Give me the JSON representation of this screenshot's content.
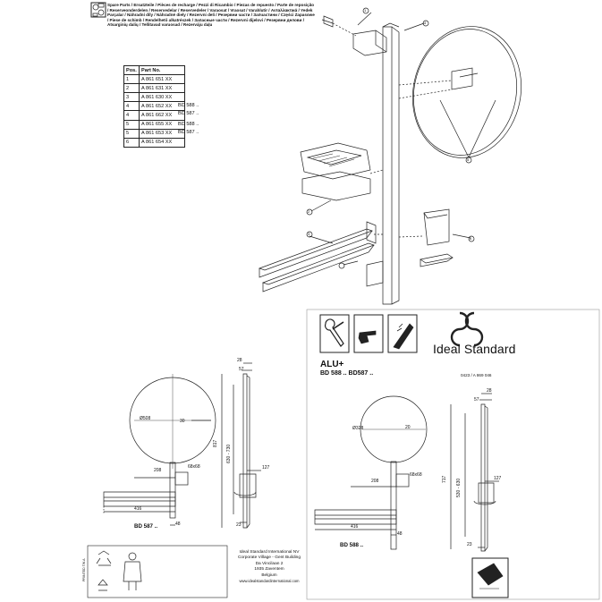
{
  "header": {
    "title": "Spare Parts / Ersatzteile / Pièces de recharge / Pezzi di Ricambio / Piezas de repuesto / Parte de reposição / Reserveonderdelen / Reservedelar / Reservedeler / Varaosat / Vraosat / Varahlutir / Ανταλλακτικά / Yedek Parçalar / Náhradní díly / Náhradné diely / Rezervni deli / Резервни части / Запчастини / Części Zapasowe / Piese de schimb / Rendelhető alkatrészek / Запасные части / Rezervni dijelovi / Резервни делови / Atsarginių dalių / Tellitavad varuosad / Rezerváju daļu"
  },
  "parts_table": {
    "headers": [
      "Pos.",
      "Part No."
    ],
    "rows": [
      {
        "pos": "1",
        "part": "A 861 651 XX",
        "note": ""
      },
      {
        "pos": "2",
        "part": "A 861 631 XX",
        "note": ""
      },
      {
        "pos": "3",
        "part": "A 861 630 XX",
        "note": ""
      },
      {
        "pos": "4",
        "part": "A 861 652 XX",
        "note": "BD 588 .."
      },
      {
        "pos": "4",
        "part": "A 861 662 XX",
        "note": "BD 587 .."
      },
      {
        "pos": "5",
        "part": "A 861 655 XX",
        "note": "BD 588 .."
      },
      {
        "pos": "5",
        "part": "A 861 653 XX",
        "note": "BD 587 .."
      },
      {
        "pos": "6",
        "part": "A 861 654 XX",
        "note": ""
      }
    ]
  },
  "callouts": [
    "1",
    "2",
    "3",
    "4",
    "5",
    "6"
  ],
  "brand": {
    "name": "Ideal Standard"
  },
  "product": {
    "series": "ALU+",
    "codes": "BD 588 ..   BD587 ..",
    "doc_number": "0423 / A 869 046"
  },
  "drawing_left": {
    "label": "BD 587 ..",
    "dims": {
      "diameter": "Ø508",
      "d30": "30",
      "d208": "208",
      "d416": "416",
      "d48": "48",
      "d68": "68x68",
      "d127": "127",
      "d817": "817",
      "d630": "630 - 730",
      "d28": "28",
      "d57": "57",
      "d23": "23"
    }
  },
  "drawing_right": {
    "label": "BD 588 ..",
    "dims": {
      "diameter": "Ø328",
      "d20": "20",
      "d208": "208",
      "d416": "416",
      "d48": "48",
      "d68": "68x68",
      "d127": "127",
      "d717": "717",
      "d530": "530 - 630",
      "d28": "28",
      "d57": "57",
      "d23": "23"
    }
  },
  "footer": {
    "company": "Ideal Standard International NV",
    "line2": "Corporate Village - Gent Building",
    "line3": "Da Vincilaan 2",
    "line4": "1935 Zaventem",
    "line5": "Belgium",
    "web": "www.idealstandardinternational.com",
    "print_code": "PRINTED TW.A"
  },
  "icons": [
    "spare-parts-icon",
    "screwdriver-wrench-icon",
    "pointing-hand-icon",
    "cleaning-spray-icon",
    "recycle-icon",
    "caution-figure-icon",
    "gloves-cleaning-icon"
  ]
}
